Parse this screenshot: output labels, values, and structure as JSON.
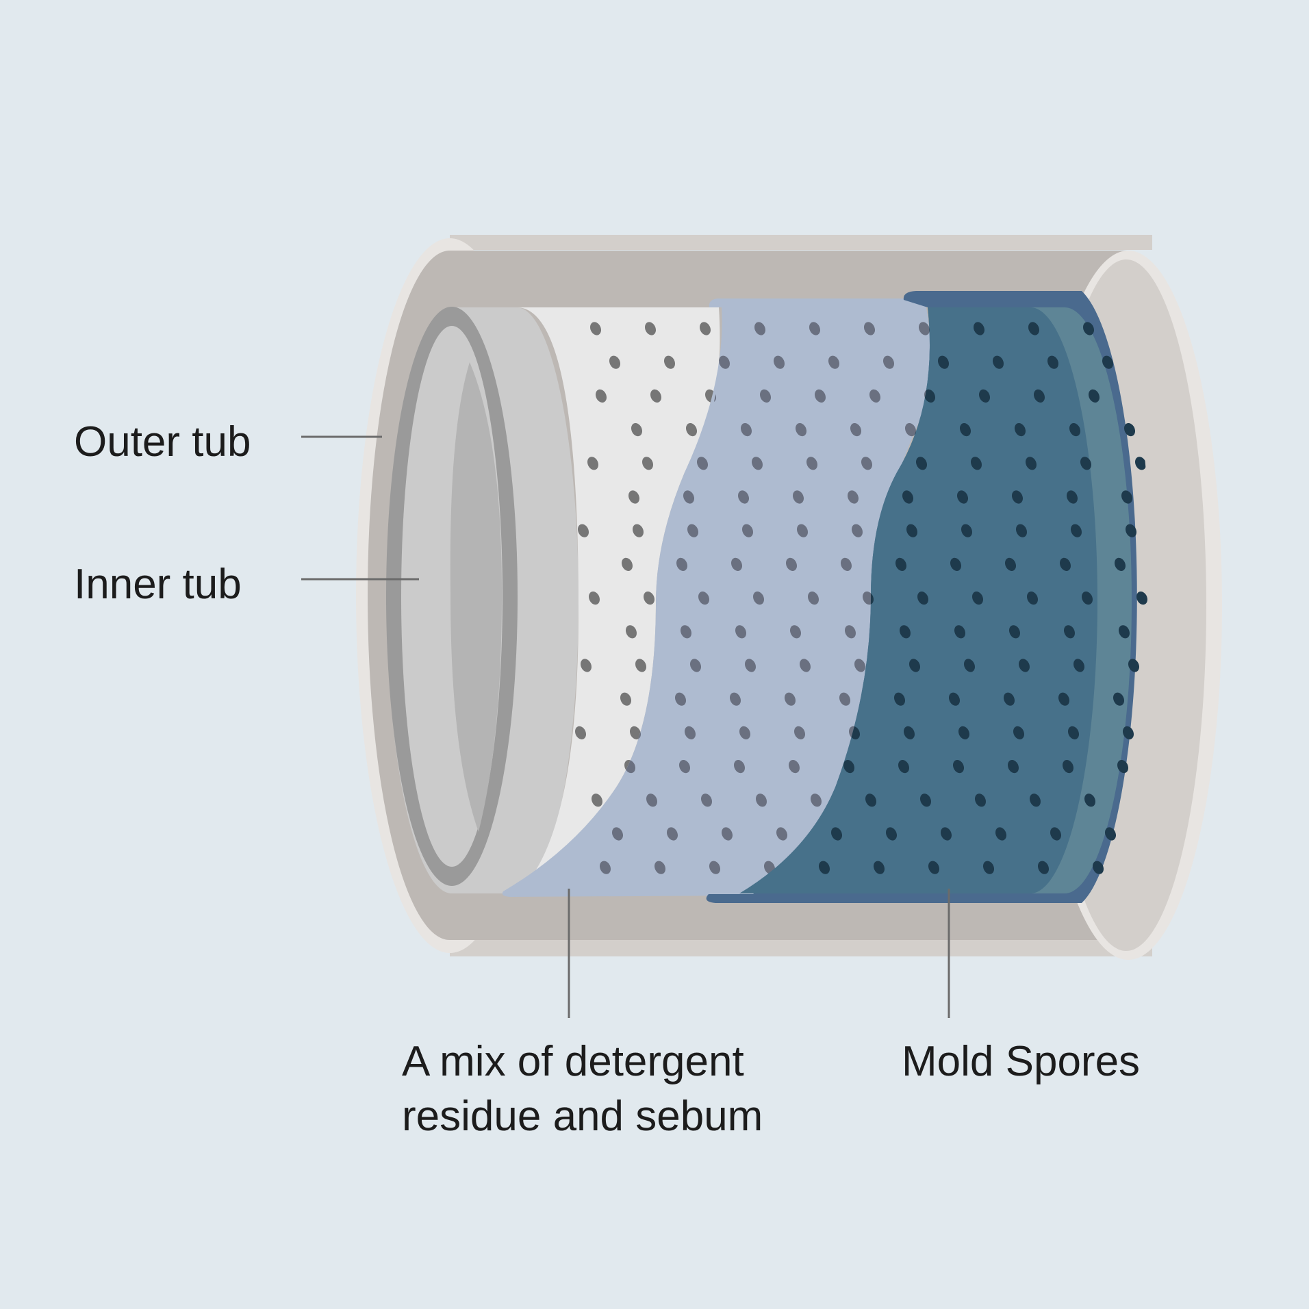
{
  "labels": {
    "outer_tub": "Outer tub",
    "inner_tub": "Inner tub",
    "mix_line1": "A mix of detergent",
    "mix_line2": "residue and sebum",
    "mold_spores": "Mold Spores"
  },
  "colors": {
    "background": "#e1e9ee",
    "outer_tub": "#bdb8b4",
    "outer_tub_band": "#d3cfcb",
    "outer_tub_rim": "#e8e5e2",
    "inner_tub_body": "#cbcbcb",
    "inner_tub_ring": "#9a9a9a",
    "inner_tub_interior": "#e8e8e8",
    "residue_layer": "#aebbd0",
    "mold_layer": "#47718a",
    "mold_layer_edge": "#4a6a8e",
    "mold_layer_rim": "#5e8596",
    "dot_gray": "#767676",
    "dot_slate": "#6a7080",
    "dot_dark": "#1e3a4c",
    "leader_line": "#6b6b6b"
  }
}
